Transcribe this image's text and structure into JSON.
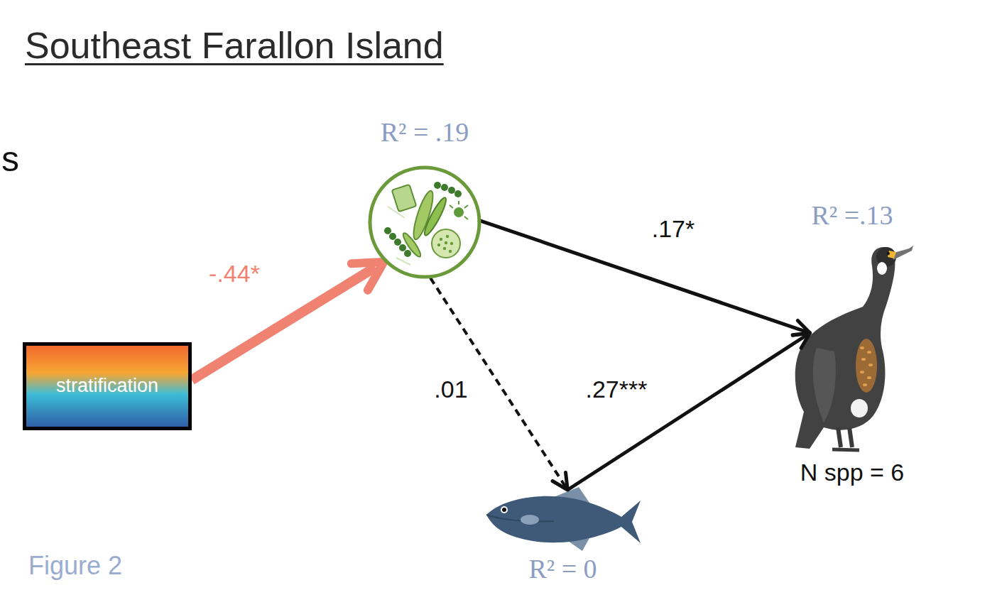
{
  "diagram": {
    "title": "Southeast Farallon Island",
    "nodes": [
      {
        "text": [
          "stratification"
        ]
      },
      {
        "text": [
          "R² = .19"
        ]
      },
      {
        "text": [
          "R² =.13",
          "N spp = 6"
        ]
      },
      {
        "text": [
          "R² = 0"
        ]
      }
    ],
    "edges": [
      {
        "from": 0,
        "to": 1,
        "arrow": "to",
        "label": "-.44*"
      },
      {
        "from": 1,
        "to": 2,
        "arrow": "to",
        "label": ".17*"
      },
      {
        "from": 1,
        "to": 3,
        "arrow": "to",
        "label": ".01"
      },
      {
        "from": 3,
        "to": 2,
        "arrow": "to",
        "label": ".27***"
      }
    ],
    "labels": [
      "s",
      "Figure 2"
    ]
  }
}
